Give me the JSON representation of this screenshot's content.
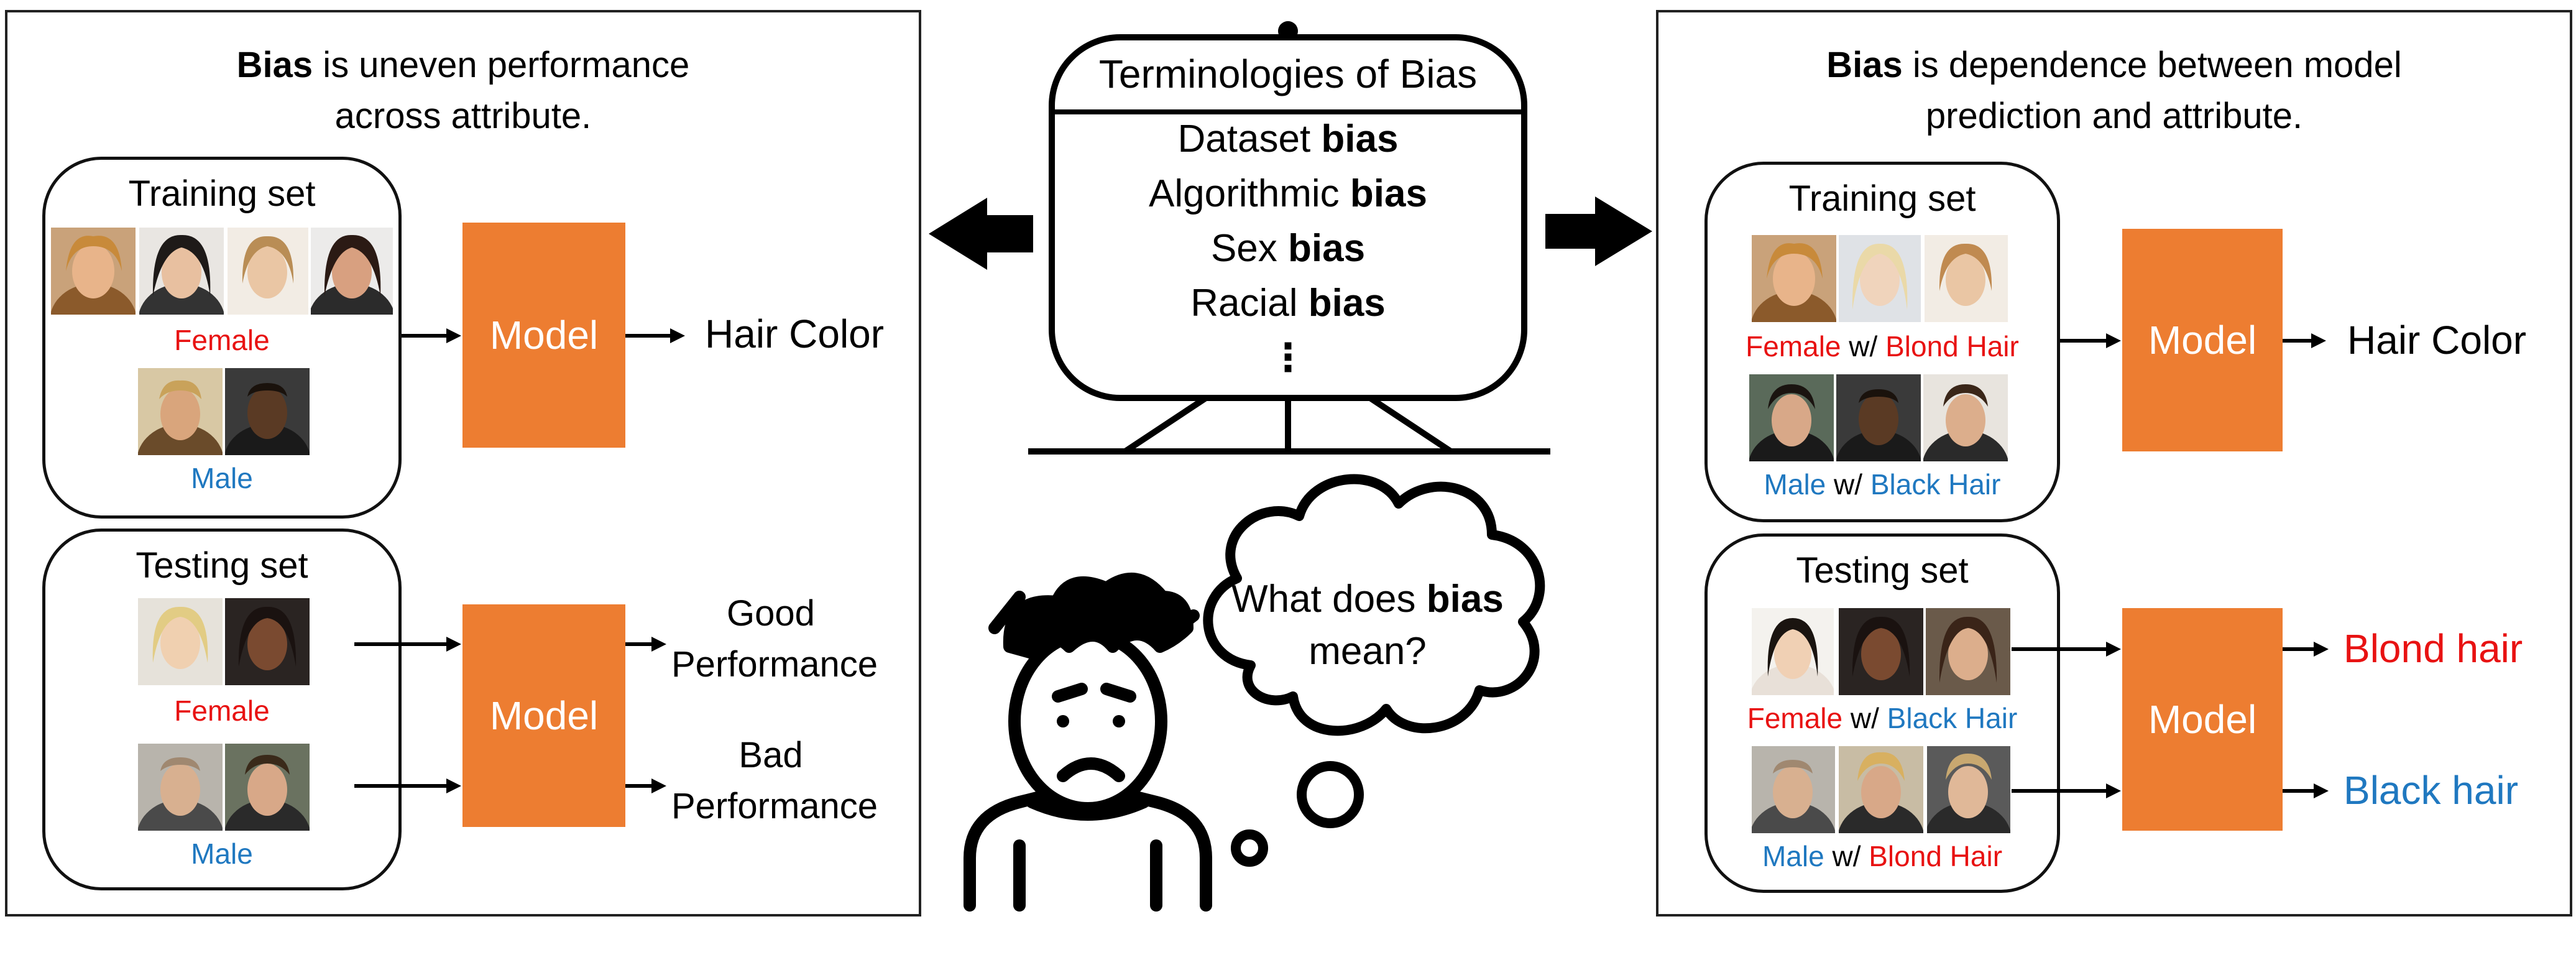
{
  "left_panel": {
    "heading_bold": "Bias",
    "heading_rest_1": " is uneven performance",
    "heading_line_2": "across attribute.",
    "train": {
      "title": "Training set",
      "female_label": "Female",
      "male_label": "Male",
      "model_label": "Model",
      "output": "Hair Color"
    },
    "test": {
      "title": "Testing set",
      "female_label": "Female",
      "male_label": "Male",
      "model_label": "Model",
      "good_1": "Good",
      "good_2": "Performance",
      "bad_1": "Bad",
      "bad_2": "Performance"
    }
  },
  "center": {
    "board_title": "Terminologies of Bias",
    "terms": [
      {
        "prefix": "Dataset ",
        "bold": "bias"
      },
      {
        "prefix": "Algorithmic ",
        "bold": "bias"
      },
      {
        "prefix": "Sex ",
        "bold": "bias"
      },
      {
        "prefix": "Racial ",
        "bold": "bias"
      }
    ],
    "ellipsis": "⋮",
    "thought_1": "What does ",
    "thought_bold": "bias",
    "thought_2": "mean?"
  },
  "right_panel": {
    "heading_bold": "Bias",
    "heading_rest_1": " is dependence between model",
    "heading_line_2": "prediction and attribute.",
    "train": {
      "title": "Training set",
      "female_a": "Female",
      "female_w": " w/ ",
      "female_b": "Blond Hair",
      "male_a": "Male",
      "male_w": " w/ ",
      "male_b": "Black Hair",
      "model_label": "Model",
      "output": "Hair Color"
    },
    "test": {
      "title": "Testing set",
      "female_a": "Female",
      "female_w": " w/ ",
      "female_b": "Black Hair",
      "male_a": "Male",
      "male_w": " w/ ",
      "male_b": "Blond Hair",
      "model_label": "Model",
      "out_1": "Blond hair",
      "out_2": "Black hair"
    }
  },
  "colors": {
    "model": "#ED7D31",
    "female": "#E81212",
    "male": "#1F78C0"
  }
}
